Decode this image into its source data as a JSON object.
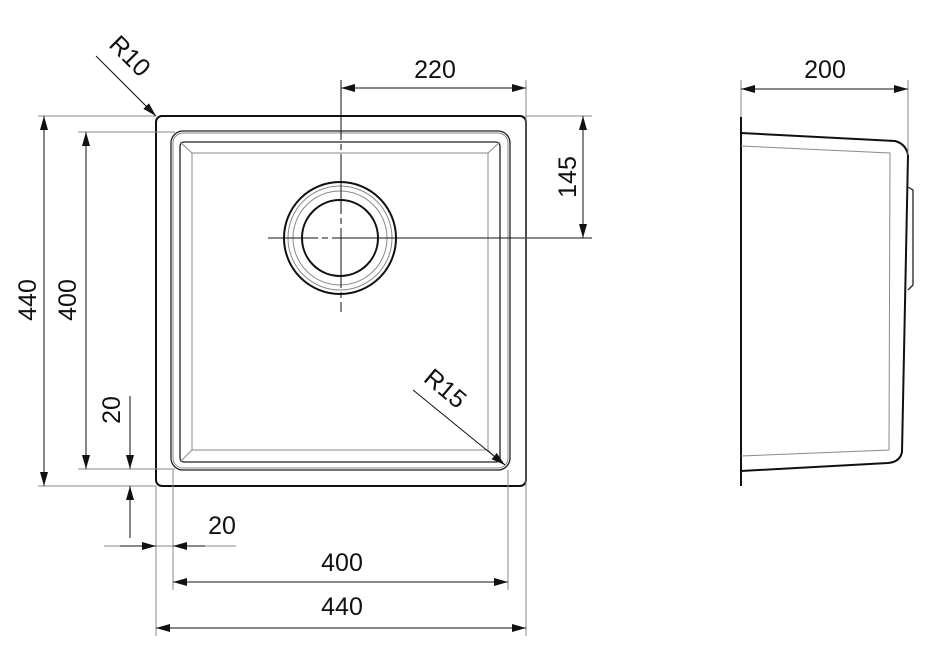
{
  "drawing": {
    "line_color": "#111111",
    "plan_view": {
      "dimensions": {
        "overall_width": "440",
        "overall_height": "440",
        "bowl_width": "400",
        "bowl_height": "400",
        "drain_offset_x": "220",
        "drain_offset_y": "145",
        "rim_margin_x": "20",
        "rim_margin_y": "20",
        "outer_radius": "R10",
        "inner_radius": "R15"
      }
    },
    "side_view": {
      "dimensions": {
        "depth": "200"
      }
    }
  }
}
